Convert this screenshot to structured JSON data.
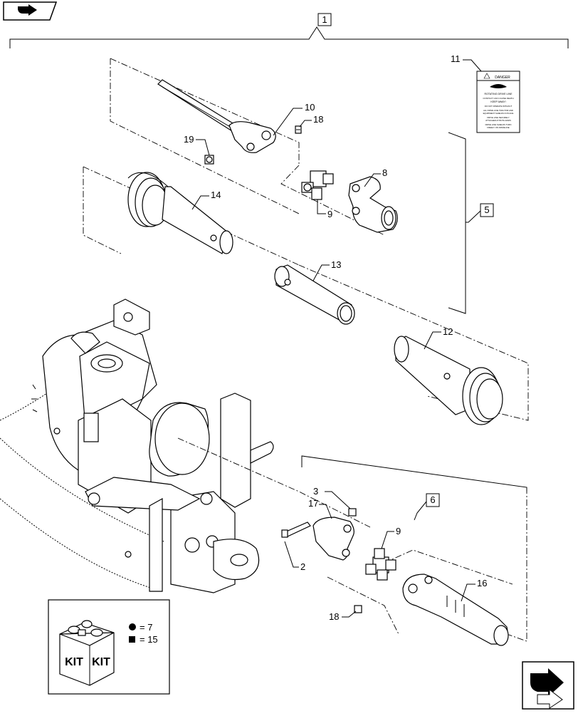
{
  "diagram": {
    "callouts": {
      "c1": "1",
      "c2": "2",
      "c3": "3",
      "c5": "5",
      "c6": "6",
      "c8": "8",
      "c9a": "9",
      "c9b": "9",
      "c10": "10",
      "c11": "11",
      "c12": "12",
      "c13": "13",
      "c14": "14",
      "c16": "16",
      "c17": "17",
      "c18a": "18",
      "c18b": "18",
      "c19": "19"
    },
    "decal": {
      "header": "DANGER",
      "heading": "ROTATING DRIVE LINE",
      "line1": "CONTACT CAN CAUSE DEATH",
      "line2": "KEEP AWAY!",
      "line3": "DO NOT OPERATE WITHOUT",
      "line4": "ALL DRIVE LINE TRACTOR AND",
      "line5": "EQUIPMENT SHIELDS IN PLACE",
      "line6": "DRIVE LINE SECURELY",
      "line7": "ATTACHED AT BOTH ENDS",
      "line8": "DRIVE LINE SHIELDS TURN",
      "line9": "FREELY ON DRIVELINE"
    },
    "kit_legend": {
      "kit_label_1": "KIT",
      "kit_label_2": "KIT",
      "circle_equals": "= 7",
      "square_equals": "= 15"
    }
  },
  "toolbar": {
    "top_left_icon": "book-arrow-icon",
    "bottom_right_icon": "next-page-arrow-icon"
  }
}
